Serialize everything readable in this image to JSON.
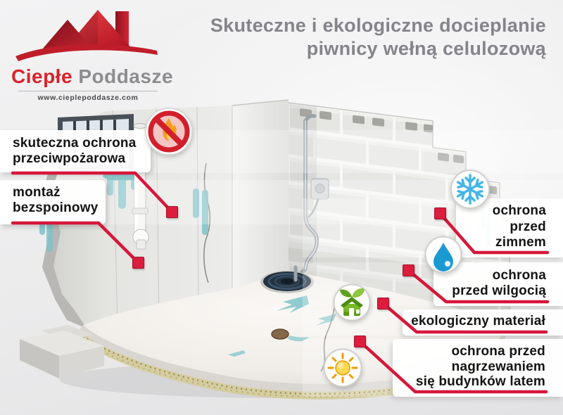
{
  "brand": {
    "name_primary": "Ciepłe",
    "name_secondary": "Poddasze",
    "website": "www.cieplepoddasze.com"
  },
  "title": {
    "line1": "Skuteczne i ekologiczne docieplanie",
    "line2": "piwnicy wełną celulozową"
  },
  "callouts": {
    "fire_protection": {
      "line1": "skuteczna ochrona",
      "line2": "przeciwpożarowa",
      "icon": "no-open-fire"
    },
    "seamless_install": {
      "line1": "montaż",
      "line2": "bezspoinowy"
    },
    "cold_protection": {
      "line1": "ochrona",
      "line2": "przed",
      "line3": "zimnem",
      "icon": "snowflake"
    },
    "moisture_protection": {
      "line1": "ochrona",
      "line2": "przed wilgocią",
      "icon": "water-drop"
    },
    "eco_material": {
      "line1": "ekologiczny materiał",
      "icon": "eco-house"
    },
    "summer_heat_protection": {
      "line1": "ochrona przed",
      "line2": "nagrzewaniem",
      "line3": "się budynków latem",
      "icon": "sun"
    }
  },
  "colors": {
    "accent_red": "#d6173a",
    "marker_red": "#dc1d3d",
    "logo_red": "#d8232a",
    "title_gray": "#84848a",
    "label_text": "#141414",
    "snowflake_blue": "#45b5e8",
    "drop_blue": "#1b9ad2",
    "eco_green": "#76b82a",
    "sun_orange": "#f59b00",
    "stain_teal": "#7fc3c9"
  }
}
